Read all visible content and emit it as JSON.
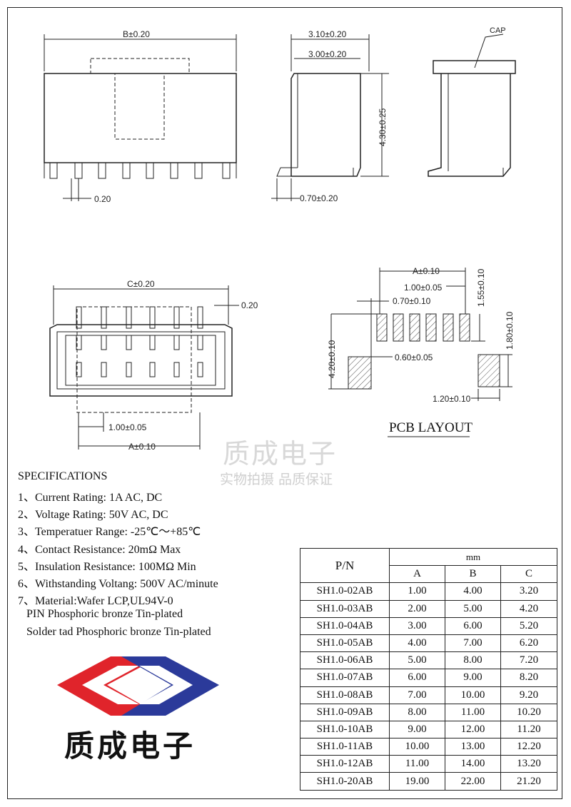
{
  "dims": {
    "b": "B±0.20",
    "t_020": "0.20",
    "w310": "3.10±0.20",
    "w300": "3.00±0.20",
    "h430": "4.30±0.25",
    "w070": "0.70±0.20",
    "cap": "CAP",
    "c": "C±0.20",
    "b_020": "0.20",
    "pitch": "1.00±0.05",
    "a": "A±0.10"
  },
  "pcb": {
    "a": "A±0.10",
    "pitch": "1.00±0.05",
    "pad_w": "0.70±0.10",
    "h155": "1.55±0.10",
    "h420": "4.20±0.10",
    "gap": "0.60±0.05",
    "h180": "1.80±0.10",
    "w120": "1.20±0.10",
    "title": "PCB LAYOUT"
  },
  "watermark": {
    "name": "质成电子",
    "slogan": "实物拍摄 品质保证"
  },
  "specs": {
    "title": "SPECIFICATIONS",
    "items": [
      "1、Current Rating: 1A AC, DC",
      "2、Voltage Rating: 50V AC, DC",
      "3、Temperatuer Range: -25℃～+85℃",
      "4、Contact Resistance: 20mΩ Max",
      "5、Insulation Resistance: 100MΩ Min",
      "6、Withstanding Voltang: 500V AC/minute",
      "7、Material:Wafer LCP,UL94V-0",
      "   PIN Phosphoric bronze Tin-plated",
      "   Solder tad Phosphoric bronze Tin-plated"
    ]
  },
  "table": {
    "pn": "P/N",
    "unit": "mm",
    "cols": [
      "A",
      "B",
      "C"
    ],
    "rows": [
      [
        "SH1.0-02AB",
        "1.00",
        "4.00",
        "3.20"
      ],
      [
        "SH1.0-03AB",
        "2.00",
        "5.00",
        "4.20"
      ],
      [
        "SH1.0-04AB",
        "3.00",
        "6.00",
        "5.20"
      ],
      [
        "SH1.0-05AB",
        "4.00",
        "7.00",
        "6.20"
      ],
      [
        "SH1.0-06AB",
        "5.00",
        "8.00",
        "7.20"
      ],
      [
        "SH1.0-07AB",
        "6.00",
        "9.00",
        "8.20"
      ],
      [
        "SH1.0-08AB",
        "7.00",
        "10.00",
        "9.20"
      ],
      [
        "SH1.0-09AB",
        "8.00",
        "11.00",
        "10.20"
      ],
      [
        "SH1.0-10AB",
        "9.00",
        "12.00",
        "11.20"
      ],
      [
        "SH1.0-11AB",
        "10.00",
        "13.00",
        "12.20"
      ],
      [
        "SH1.0-12AB",
        "11.00",
        "14.00",
        "13.20"
      ],
      [
        "SH1.0-20AB",
        "19.00",
        "22.00",
        "21.20"
      ]
    ]
  },
  "logo": {
    "text": "质成电子",
    "colors": {
      "red": "#e0242b",
      "blue": "#2b3a9a"
    }
  }
}
